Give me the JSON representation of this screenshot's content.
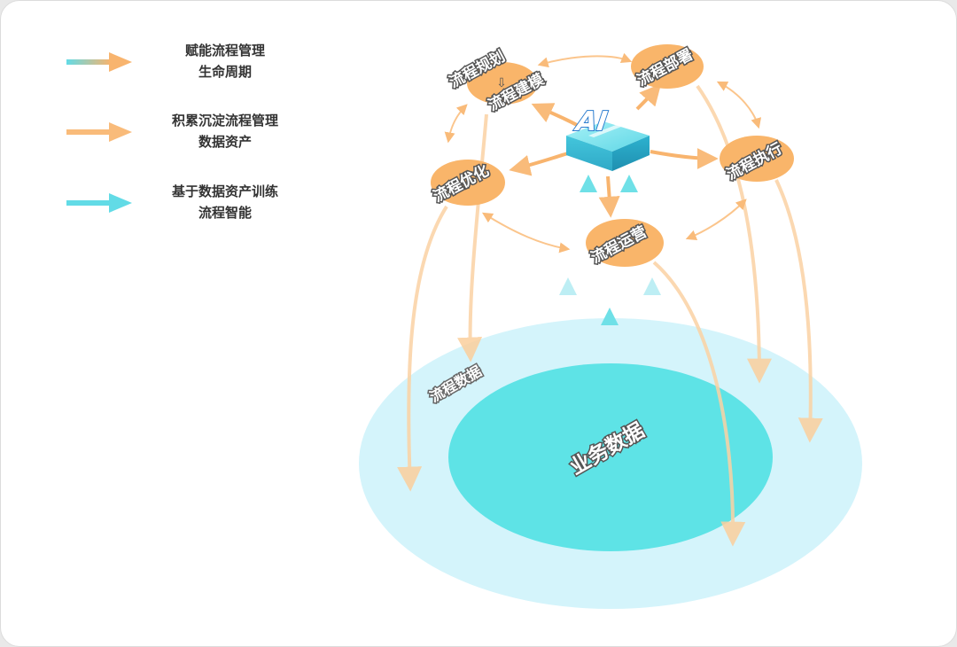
{
  "legend": {
    "items": [
      {
        "line1": "赋能流程管理",
        "line2": "生命周期",
        "icon": "gradient-arrow-icon"
      },
      {
        "line1": "积累沉淀流程管理",
        "line2": "数据资产",
        "icon": "orange-arrow-icon"
      },
      {
        "line1": "基于数据资产训练",
        "line2": "流程智能",
        "icon": "cyan-arrow-icon"
      }
    ]
  },
  "nodes": {
    "planning": "流程规划",
    "modeling": "流程建模",
    "deploy": "流程部署",
    "execute": "流程执行",
    "optimize": "流程优化",
    "operate": "流程运营"
  },
  "ai": {
    "label": "AI"
  },
  "data": {
    "process_data": "流程数据",
    "business_data": "业务数据"
  },
  "colors": {
    "orange": "#f9b56a",
    "orange_light": "#fbd2a2",
    "cyan": "#5fdde4",
    "ring_outer": "#cdf3fb",
    "ring_inner": "#5ee3e6"
  }
}
